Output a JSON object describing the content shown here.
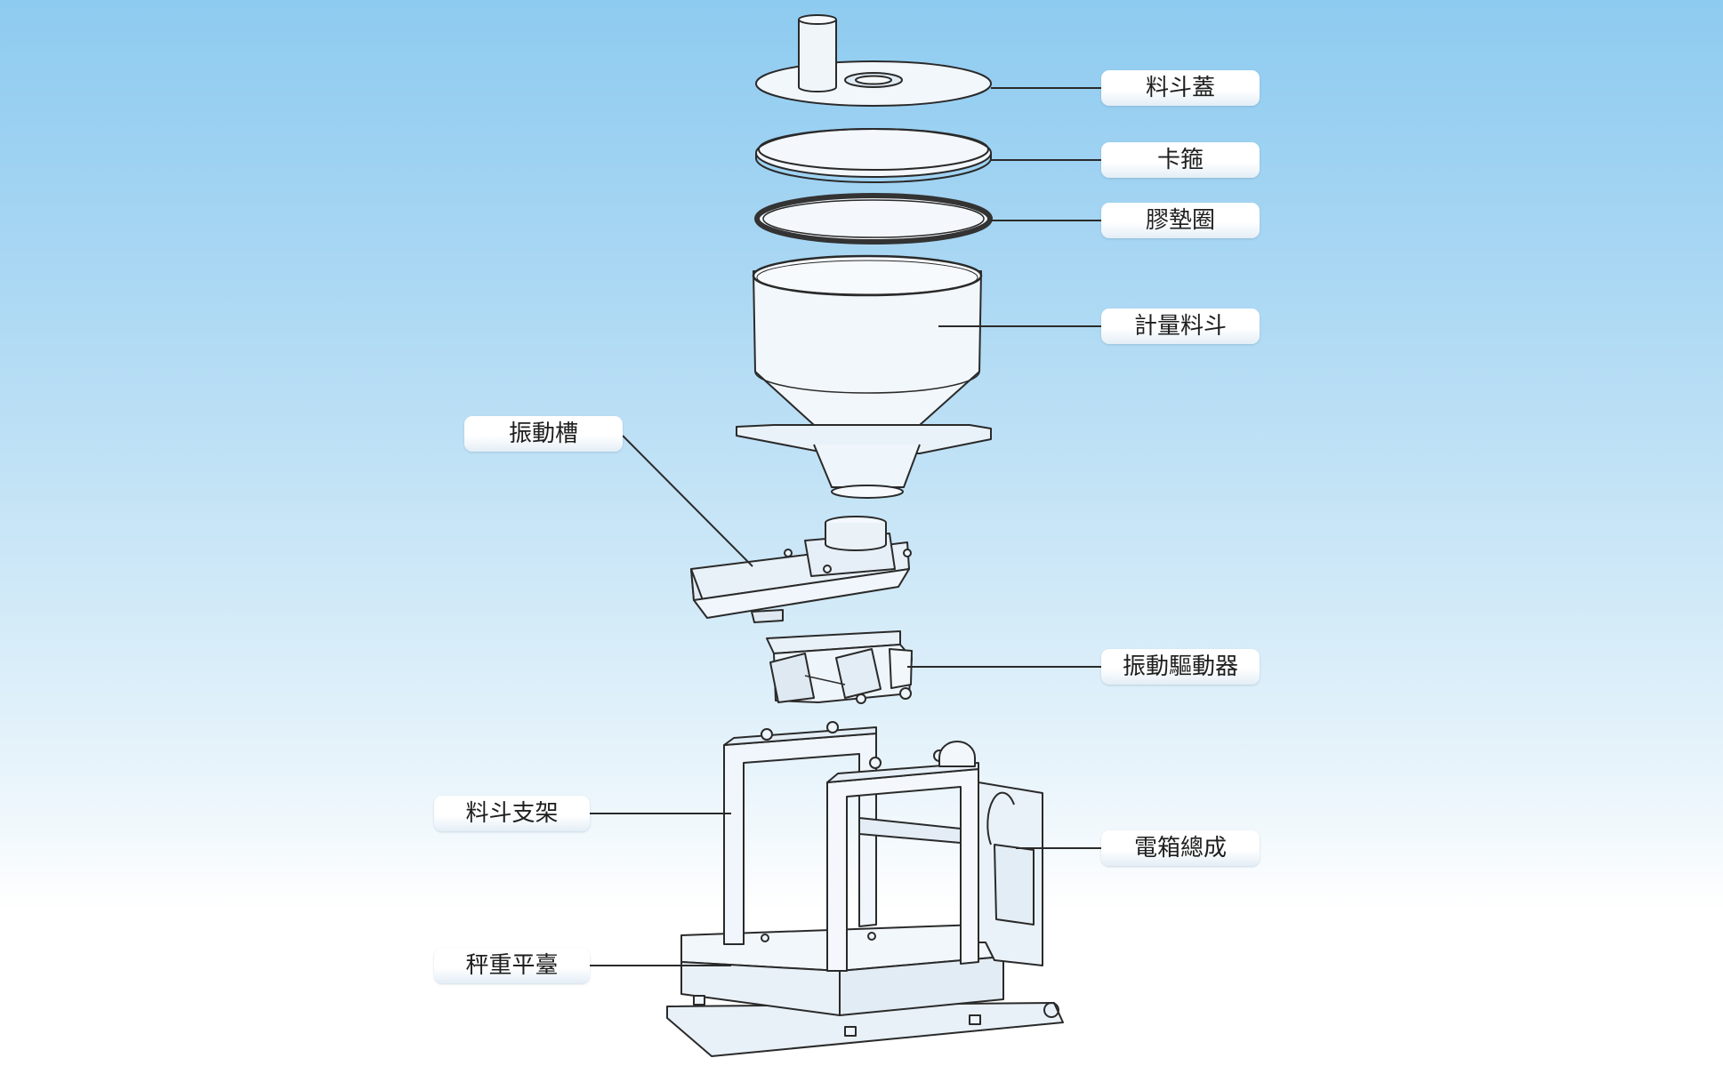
{
  "labels": {
    "hopper_lid": "料斗蓋",
    "clamp_ring": "卡箍",
    "rubber_gasket": "膠墊圈",
    "metering_hopper": "計量料斗",
    "vibrating_trough": "振動槽",
    "vibration_driver": "振動驅動器",
    "hopper_bracket": "料斗支架",
    "electric_box_assembly": "電箱總成",
    "weighing_platform": "秤重平臺"
  },
  "colors": {
    "background_top": "#8ecbf0",
    "background_bottom": "#ffffff",
    "part_outline": "#2a2a2a",
    "part_fill": "#eaf3fa"
  }
}
